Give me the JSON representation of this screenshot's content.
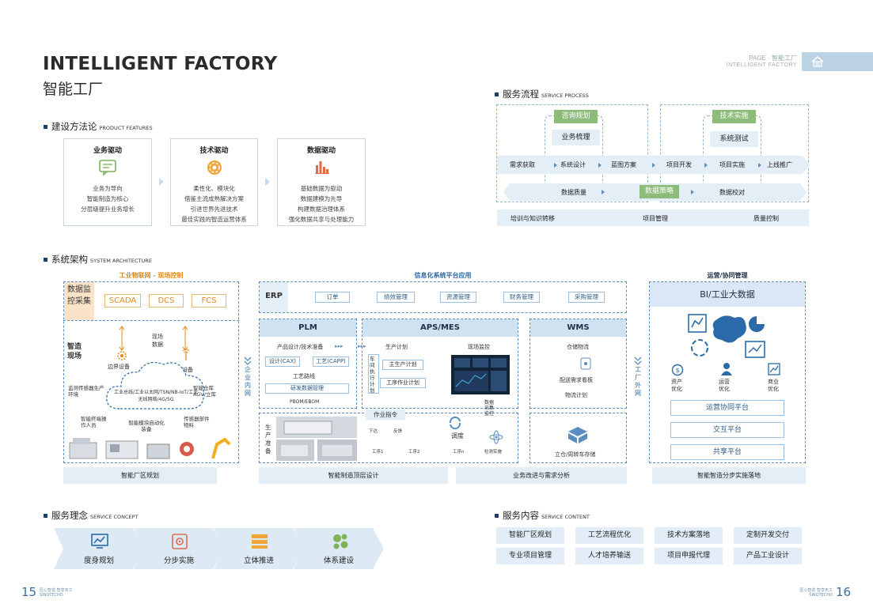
{
  "header": {
    "title_en": "INTELLIGENT FACTORY",
    "title_cn": "智能工厂",
    "page_tag_cn": "PAGE · 智能工厂",
    "page_tag_en": "INTELLIGENT FACTORY"
  },
  "features": {
    "title_cn": "建设方法论",
    "title_en": "PRODUCT FEATURES",
    "cards": [
      {
        "title": "业务驱动",
        "icon": "chat-icon",
        "lines": [
          "业务为导向",
          "智能制造为核心",
          "分层级提升业务增长"
        ]
      },
      {
        "title": "技术驱动",
        "icon": "gear-icon",
        "lines": [
          "柔性化、模块化",
          "借鉴主流成熟解决方案",
          "引进世界先进技术",
          "最佳实践的智造运营体系"
        ]
      },
      {
        "title": "数据驱动",
        "icon": "bar-chart-icon",
        "lines": [
          "基础数据为驱动",
          "数据建模为先导",
          "构建数据治理体系",
          "强化数据共享与处理能力"
        ]
      }
    ]
  },
  "process": {
    "title_cn": "服务流程",
    "title_en": "SERVICE PROCESS",
    "consult": "咨询规划",
    "biz_sort": "业务梳理",
    "tech_impl": "技术实施",
    "sys_test": "系统测试",
    "flow": [
      "需求获取",
      "系统设计",
      "蓝图方案",
      "项目开发",
      "项目实施",
      "上线推广"
    ],
    "data_quality": "数据质量",
    "data_strategy": "数据策略",
    "data_check": "数据校对",
    "bottom": [
      "培训与知识转移",
      "项目管理",
      "质量控制"
    ]
  },
  "arch": {
    "title_cn": "系统架构",
    "title_en": "SYSTEM ARCHITECTURE",
    "iot_head": "工业物联网 - 现场控制",
    "info_head": "信息化系统平台应用",
    "ops_head": "运营/协同管理",
    "collect_label": "数据监控采集",
    "collect_items": [
      "SCADA",
      "DCS",
      "FCS"
    ],
    "site_data": "现场数据",
    "smart_site": "智造现场",
    "edge_device": "边界设备",
    "gateway": "网关设备",
    "sensor_left": "监测传感器生产环境",
    "cloud_text": "工业总线/工业以太网/TSN/NB-IoT/工业无线网络/4G/5G",
    "warehouse": "智能仓库AGV/立库",
    "terminal": "智能终端操作人员",
    "module": "智能模块自动化装备",
    "sensor_right": "传感器部件物料",
    "intranet": "企业内网",
    "extranet": "工厂外网",
    "erp": "ERP",
    "erp_items": [
      "订单",
      "绩效管理",
      "资源管理",
      "财务管理",
      "采购管理"
    ],
    "plm": "PLM",
    "plm_design": "产品设计/技术准备",
    "cax": "设计(CAX)",
    "capp": "工艺(CAPP)",
    "route": "工艺路线",
    "rd_data": "研发数据管理",
    "bom": "PBOM/EBOM",
    "aps": "APS/MES",
    "prod_plan": "生产计划",
    "site_monitor": "现场监控",
    "shop_exec": "车间执行计划",
    "master_plan": "主生产计划",
    "work_plan": "工序作业计划",
    "work_order": "作业指令",
    "data_collect": "数据采集监控",
    "dispatch": "调度",
    "issue": "下达",
    "feedback": "反馈",
    "proc1": "工序1",
    "proc2": "工序2",
    "procn": "工序n",
    "inspect": "检测实施",
    "prod_prep": "生产准备",
    "wms": "WMS",
    "wh_logistics": "仓储物流",
    "delivery_board": "配送需求看板",
    "logistics_plan": "物流计划",
    "stereo": "立仓/周转车存储",
    "bi": "BI/工业大数据",
    "asset": "资产优化",
    "ops": "运营优化",
    "biz": "商业优化",
    "platforms": [
      "运营协同平台",
      "交互平台",
      "共享平台"
    ],
    "footer": [
      "智能厂区规划",
      "智能制造顶层设计",
      "业务改进与需求分析",
      "智能智造分步实施落地"
    ]
  },
  "concept": {
    "title_cn": "服务理念",
    "title_en": "SERVICE CONCEPT",
    "items": [
      {
        "label": "度身规划",
        "icon": "monitor-chart-icon"
      },
      {
        "label": "分步实施",
        "icon": "safe-icon"
      },
      {
        "label": "立体推进",
        "icon": "layers-icon"
      },
      {
        "label": "体系建设",
        "icon": "system-icon"
      }
    ]
  },
  "content": {
    "title_cn": "服务内容",
    "title_en": "SERVICE CONTENT",
    "items": [
      "智能厂区规划",
      "工艺流程优化",
      "技术方案落地",
      "定制开发交付",
      "专业项目管理",
      "人才培养输送",
      "项目申报代理",
      "产品工业设计"
    ]
  },
  "footer": {
    "left_num": "15",
    "left_brand1": "匠心智造 智享天工",
    "left_brand2": "SINOTECHO",
    "right_num": "16",
    "right_brand1": "匠心智造 智享天工",
    "right_brand2": "SINOTECHO"
  },
  "colors": {
    "accent": "#2b6aa8",
    "green": "#8dbb7a",
    "light": "#e4eef7",
    "orange": "#e08a1e"
  }
}
